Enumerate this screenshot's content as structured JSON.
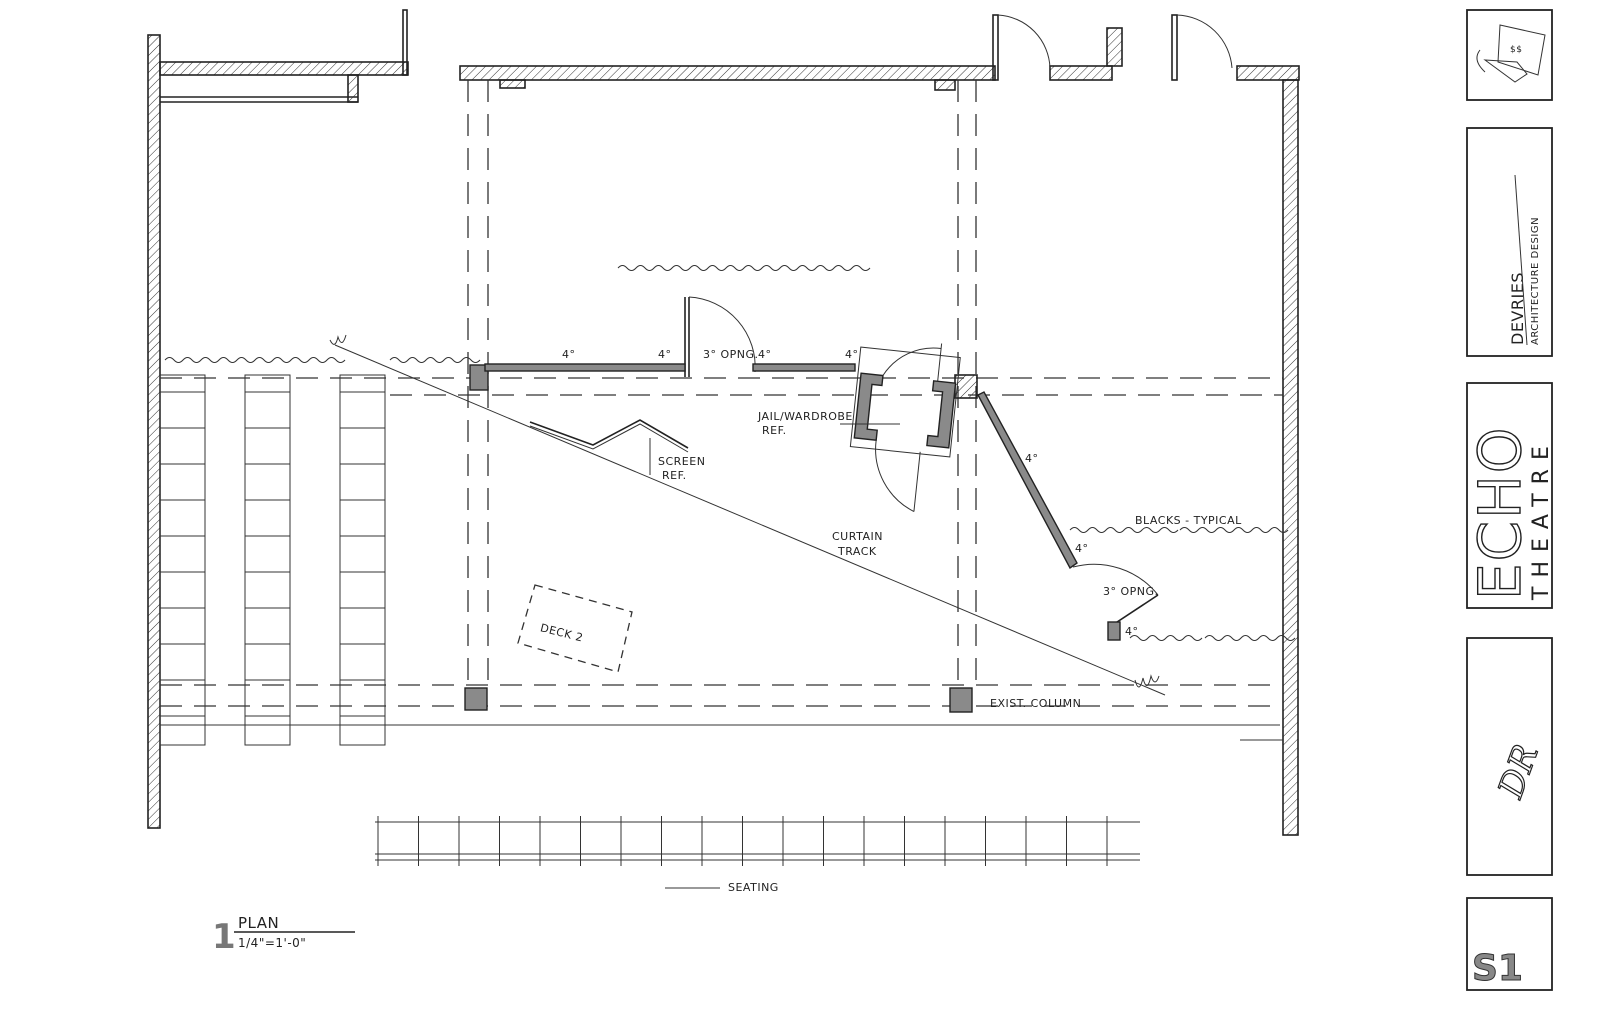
{
  "plan": {
    "dimension_labels": [
      "4°",
      "4°",
      "3° OPNG.",
      "4°",
      "4°",
      "4°",
      "4°",
      "3° OPNG.",
      "4°"
    ],
    "jail_wardrobe": "JAIL/WARDROBE",
    "jail_wardrobe_ref": "REF.",
    "screen": "SCREEN",
    "screen_ref": "REF.",
    "curtain": "CURTAIN",
    "curtain_track": "TRACK",
    "blacks": "BLACKS - TYPICAL",
    "deck": "DECK 2",
    "column": "EXIST. COLUMN",
    "seating": "SEATING"
  },
  "drawing_title": {
    "number": "1",
    "name": "PLAN",
    "scale": "1/4\"=1'-0\""
  },
  "title_block": {
    "firm_name": "DEVRIES",
    "firm_subtitle": "ARCHITECTURE DESIGN",
    "project_logo": "ECHO",
    "project_subtitle": "THEATRE",
    "initials": "DR",
    "sheet_number": "S1"
  }
}
